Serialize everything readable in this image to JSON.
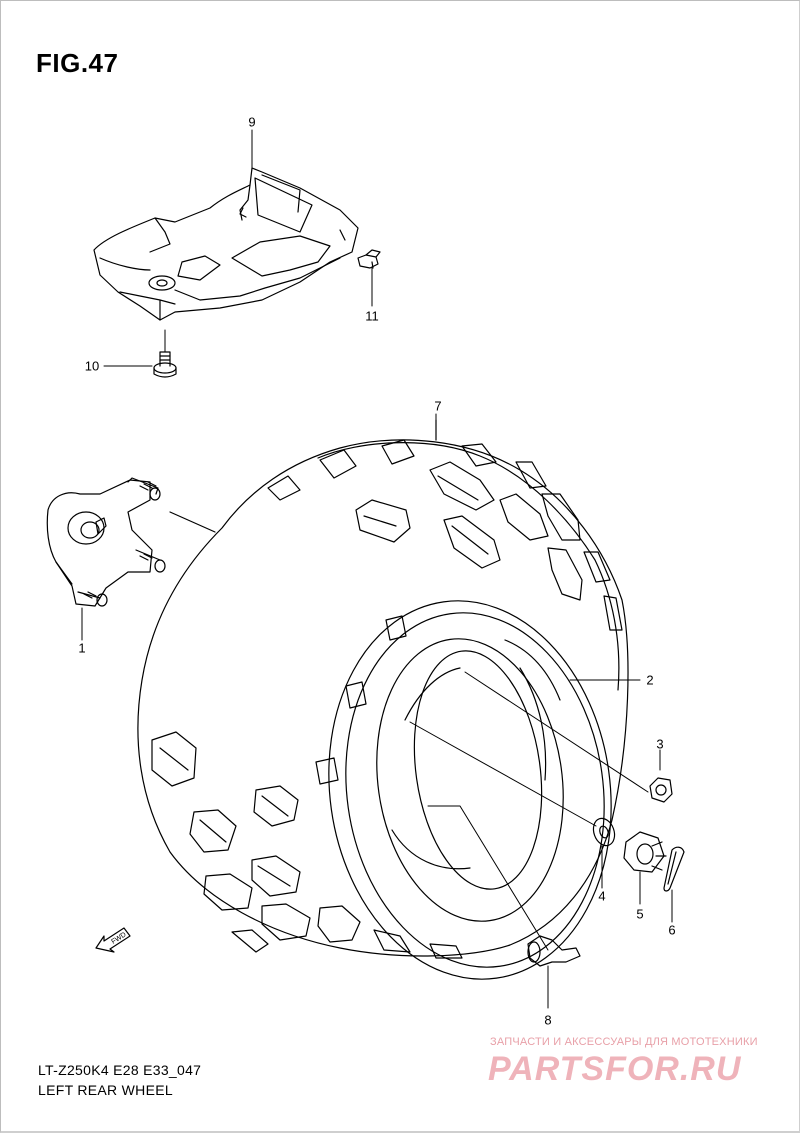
{
  "figure": {
    "title": "FIG.47"
  },
  "callouts": [
    {
      "id": "1",
      "label": "1"
    },
    {
      "id": "2",
      "label": "2"
    },
    {
      "id": "3",
      "label": "3"
    },
    {
      "id": "4",
      "label": "4"
    },
    {
      "id": "5",
      "label": "5"
    },
    {
      "id": "6",
      "label": "6"
    },
    {
      "id": "7",
      "label": "7"
    },
    {
      "id": "8",
      "label": "8"
    },
    {
      "id": "9",
      "label": "9"
    },
    {
      "id": "10",
      "label": "10"
    },
    {
      "id": "11",
      "label": "11"
    }
  ],
  "direction_marker": {
    "label": "FWD",
    "icon": "forward-arrow-icon"
  },
  "footer": {
    "model_code": "LT-Z250K4 E28 E33_047",
    "caption": "LEFT REAR WHEEL"
  },
  "watermark": {
    "tagline": "ЗАПЧАСТИ И АКСЕССУАРЫ ДЛЯ МОТОТЕХНИКИ",
    "brand": "PARTSFOR.RU",
    "color": "#e79aa3"
  }
}
